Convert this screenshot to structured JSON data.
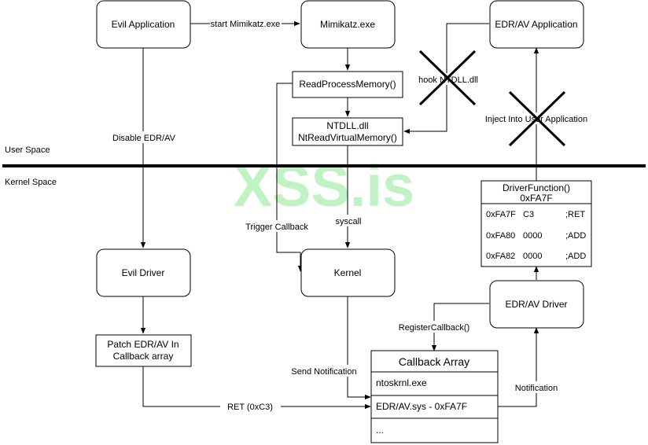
{
  "watermark": "XSS.is",
  "regions": {
    "user_space": "User Space",
    "kernel_space": "Kernel Space"
  },
  "nodes": {
    "evil_app": "Evil Application",
    "mimikatz": "Mimikatz.exe",
    "edr_app": "EDR/AV Application",
    "read_proc_mem": "ReadProcessMemory()",
    "ntdll_line1": "NTDLL.dll",
    "ntdll_line2": "NtReadVirtualMemory()",
    "evil_driver": "Evil Driver",
    "kernel": "Kernel",
    "edr_driver": "EDR/AV Driver",
    "patch_line1": "Patch EDR/AV In",
    "patch_line2": "Callback array",
    "driver_func_line1": "DriverFunction()",
    "driver_func_line2": "0xFA7F"
  },
  "driver_function_rows": [
    {
      "addr": "0xFA7F",
      "bytes": "C3",
      "op": ";RET"
    },
    {
      "addr": "0xFA80",
      "bytes": "0000",
      "op": ";ADD"
    },
    {
      "addr": "0xFA82",
      "bytes": "0000",
      "op": ";ADD"
    }
  ],
  "callback_array": {
    "title": "Callback Array",
    "rows": [
      "ntoskrnl.exe",
      "EDR/AV.sys - 0xFA7F",
      "..."
    ]
  },
  "edges": {
    "start_mimikatz": "start Mimikatz.exe",
    "disable_edr": "Disable EDR/AV",
    "hook_ntdll": "hook NTDLL.dll",
    "inject": "Inject Into User Application",
    "syscall": "syscall",
    "trigger_callback": "Trigger Callback",
    "register_callback": "RegisterCallback()",
    "send_notification": "Send Notification",
    "notification": "Notification",
    "ret": "RET (0xC3)"
  }
}
